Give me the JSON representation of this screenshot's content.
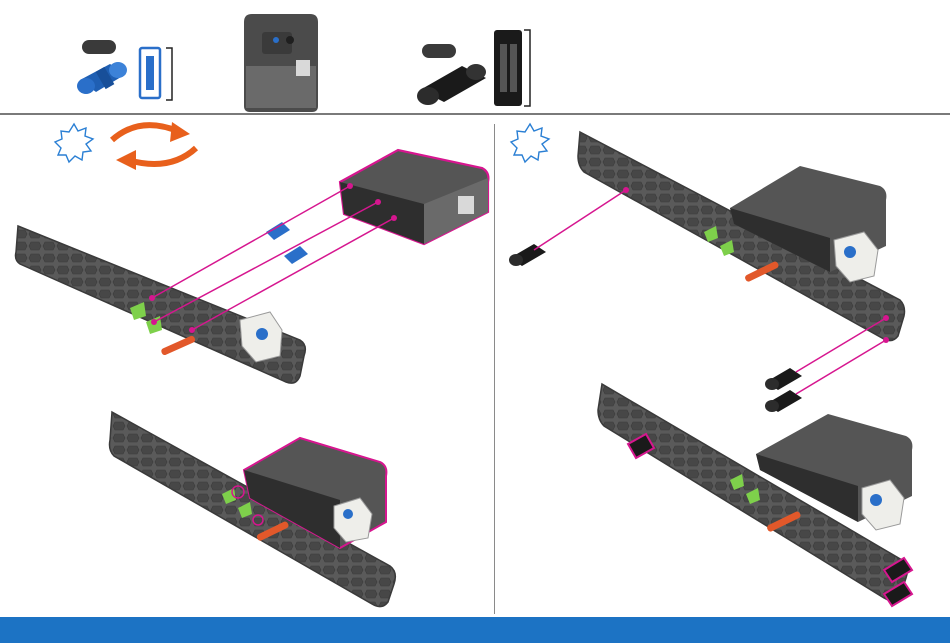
{
  "colors": {
    "background": "#ffffff",
    "footer_band": "#1c73c4",
    "divider": "#7a7a7a",
    "beam_gray": "#5a5a5a",
    "beam_dark": "#3f3f3f",
    "brain_body": "#555555",
    "brain_dark": "#2e2e2e",
    "highlight_magenta": "#d6168f",
    "pin_blue": "#2a6fc9",
    "pin_black": "#1a1a1a",
    "pin_green": "#7ed04b",
    "shaft_orange": "#e2582a",
    "rotate_arrow_orange": "#e8601c",
    "action_star_blue": "#2a7fd4",
    "corner_white": "#eeeeea"
  },
  "parts_bar": {
    "items": [
      {
        "icon": "blue-connector-pin-icon",
        "quantity_label": ""
      },
      {
        "icon": "vex-iq-brain-icon",
        "quantity_label": ""
      },
      {
        "icon": "black-connector-pin-icon",
        "quantity_label": ""
      }
    ]
  },
  "steps": [
    {
      "icons": [
        "action-star-icon",
        "rotate-arrows-icon"
      ],
      "sub_steps": [
        "attach-brain-to-beam",
        "result-brain-on-beam"
      ]
    },
    {
      "icons": [
        "action-star-icon"
      ],
      "sub_steps": [
        "attach-top-black-pin",
        "attach-bottom-black-pins"
      ]
    }
  ],
  "footer": {
    "label": ""
  }
}
